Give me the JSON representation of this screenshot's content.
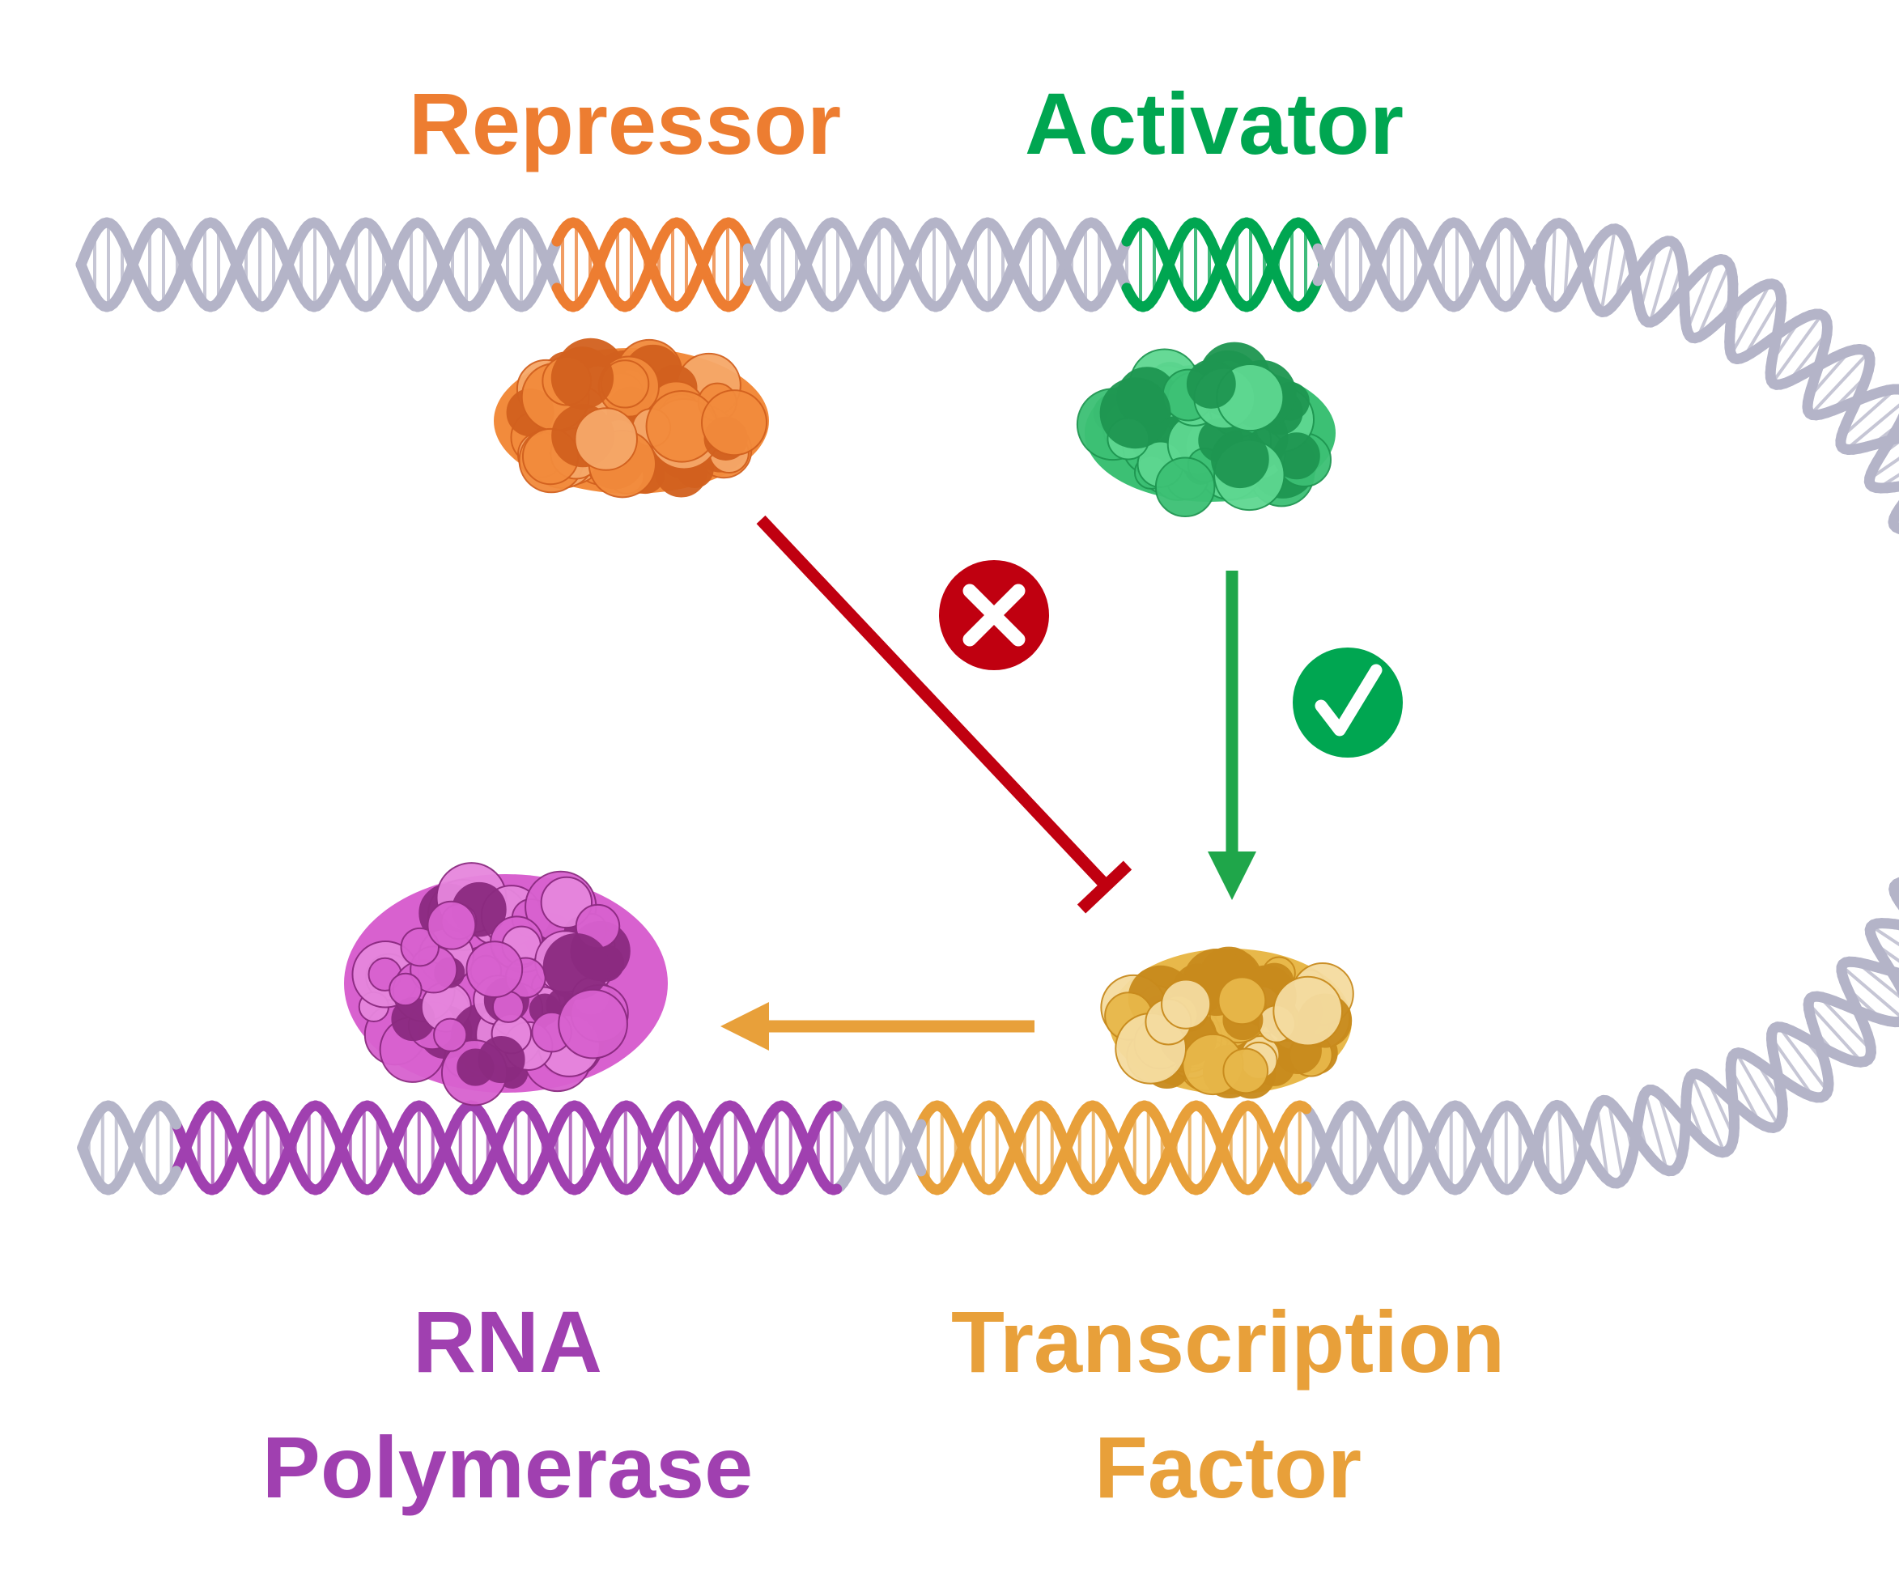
{
  "labels": {
    "repressor": "Repressor",
    "activator": "Activator",
    "rna_polymerase_line1": "RNA",
    "rna_polymerase_line2": "Polymerase",
    "transcription_factor_line1": "Transcription",
    "transcription_factor_line2": "Factor"
  },
  "icons": {
    "inhibit_mark": "cross-badge-icon",
    "activate_mark": "check-badge-icon"
  },
  "colors": {
    "repressor": "#ED7D31",
    "activator": "#00A651",
    "rna_polymerase": "#A040B0",
    "transcription_factor": "#E8A03A",
    "dna": "#B4B4C8",
    "inhibition_arrow": "#C00010",
    "activation_arrow": "#1FA64A",
    "tf_to_rnap_arrow": "#E8A03A"
  }
}
